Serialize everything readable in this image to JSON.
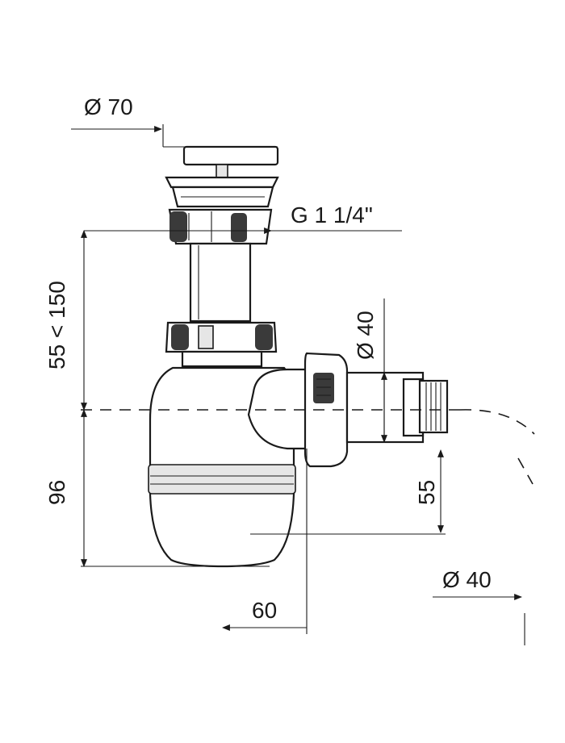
{
  "dimensions": {
    "outlet_diameter_top": "Ø 70",
    "thread": "G 1 1/4\"",
    "height_range": "55 < 150",
    "body_height": "96",
    "side_outlet_diameter": "Ø 40",
    "outlet_offset_height": "55",
    "horizontal_offset": "60",
    "pipe_diameter": "Ø 40"
  }
}
